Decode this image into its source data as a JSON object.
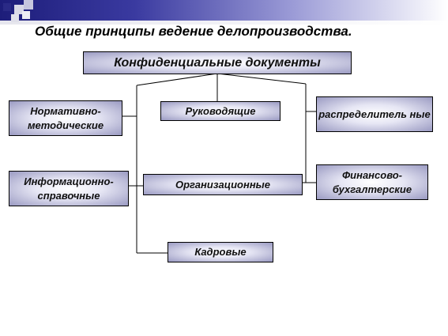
{
  "title": "Общие принципы ведение делопроизводства.",
  "root": "Конфиденциальные документы",
  "left": [
    "Нормативно-методические",
    "Информационно-справочные"
  ],
  "center": [
    "Руководящие",
    "Организационные",
    "Кадровые"
  ],
  "right": [
    "распределитель ные",
    "Финансово-бухгалтерские"
  ]
}
